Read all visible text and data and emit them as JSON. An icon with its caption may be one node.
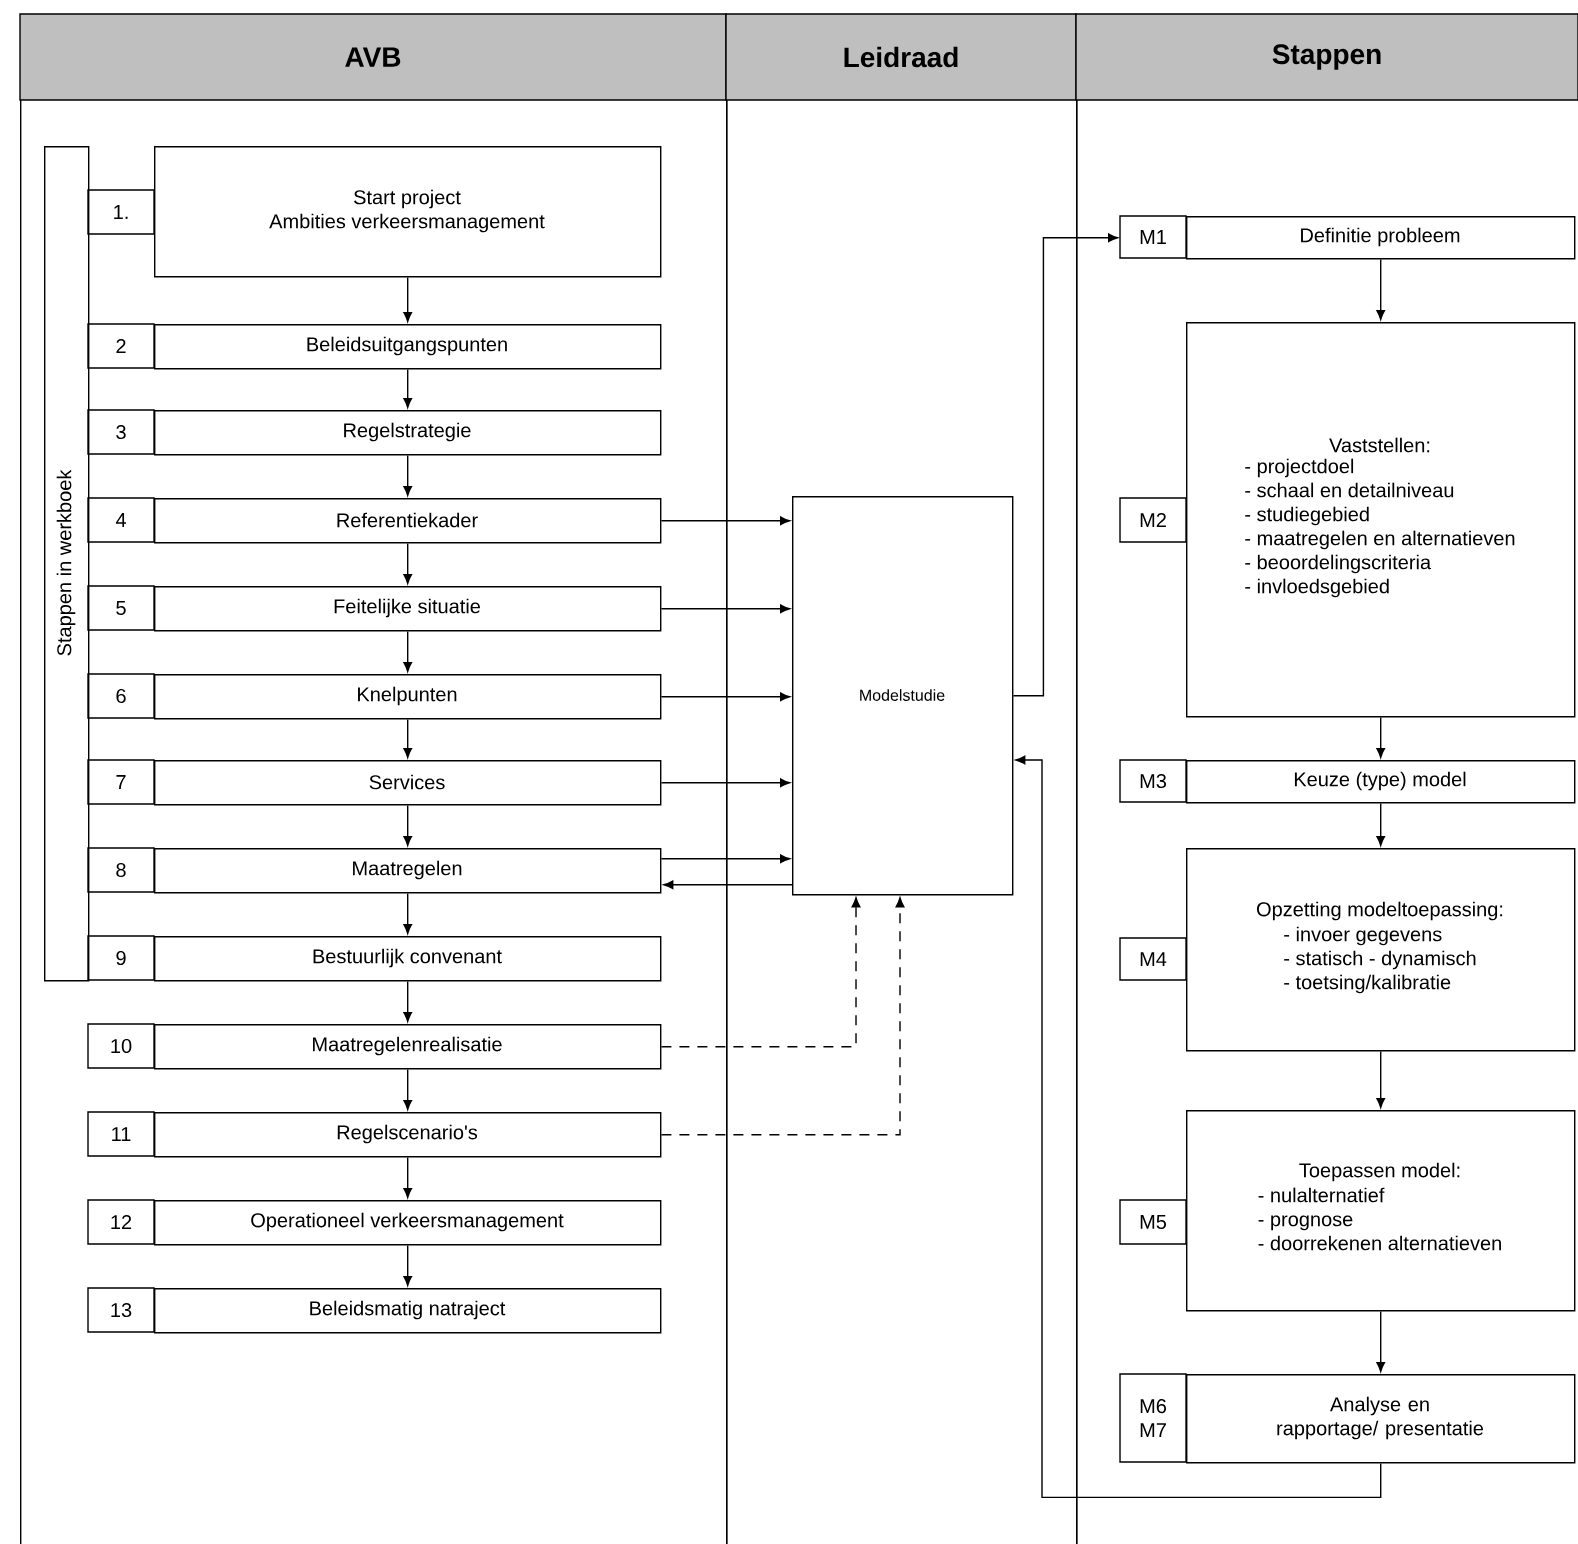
{
  "diagram": {
    "nodes": [
      {
        "text": [
          "AVB"
        ]
      },
      {
        "text": [
          "Leidraad"
        ]
      },
      {
        "text": [
          "Stappen"
        ]
      },
      {
        "text": [
          "Stappen in werkboek"
        ],
        "in": 0
      },
      {
        "text": [
          "1.",
          "Start project",
          "Ambities verkeersmanagement"
        ],
        "in": 0
      },
      {
        "text": [
          "2",
          "Beleidsuitgangspunten"
        ],
        "in": 0
      },
      {
        "text": [
          "3",
          "Regelstrategie"
        ],
        "in": 0
      },
      {
        "text": [
          "4",
          "Referentiekader"
        ],
        "in": 0
      },
      {
        "text": [
          "5",
          "Feitelijke situatie"
        ],
        "in": 0
      },
      {
        "text": [
          "6",
          "Knelpunten"
        ],
        "in": 0
      },
      {
        "text": [
          "7",
          "Services"
        ],
        "in": 0
      },
      {
        "text": [
          "8",
          "Maatregelen"
        ],
        "in": 0
      },
      {
        "text": [
          "9",
          "Bestuurlijk convenant"
        ],
        "in": 0
      },
      {
        "text": [
          "10",
          "Maatregelenrealisatie"
        ],
        "in": 0
      },
      {
        "text": [
          "11",
          "Regelscenario's"
        ],
        "in": 0
      },
      {
        "text": [
          "12",
          "Operationeel verkeersmanagement"
        ],
        "in": 0
      },
      {
        "text": [
          "13",
          "Beleidsmatig natraject"
        ],
        "in": 0
      },
      {
        "text": [
          "Modelstudie"
        ],
        "in": 1
      },
      {
        "text": [
          "M1",
          "Definitie probleem"
        ],
        "in": 2
      },
      {
        "text": [
          "M2",
          "Vaststellen:",
          "- projectdoel",
          "- schaal en detailniveau",
          "- studiegebied",
          "- maatregelen en alternatieven",
          "- beoordelingscriteria",
          "- invloedsgebied"
        ],
        "in": 2
      },
      {
        "text": [
          "M3",
          "Keuze (type) model"
        ],
        "in": 2
      },
      {
        "text": [
          "M4",
          "Opzetting modeltoepassing:",
          "- invoer gegevens",
          "- statisch - dynamisch",
          "- toetsing/kalibratie"
        ],
        "in": 2
      },
      {
        "text": [
          "M5",
          "Toepassen model:",
          "- nulalternatief",
          "- prognose",
          "- doorrekenen alternatieven"
        ],
        "in": 2
      },
      {
        "text": [
          "M6 M7",
          "Analyse en rapportage/ presentatie"
        ],
        "in": 2
      }
    ],
    "edges": [
      {
        "from": 4,
        "to": 5,
        "arrow": "to"
      },
      {
        "from": 5,
        "to": 6,
        "arrow": "to"
      },
      {
        "from": 6,
        "to": 7,
        "arrow": "to"
      },
      {
        "from": 7,
        "to": 8,
        "arrow": "to"
      },
      {
        "from": 8,
        "to": 9,
        "arrow": "to"
      },
      {
        "from": 9,
        "to": 10,
        "arrow": "to"
      },
      {
        "from": 10,
        "to": 11,
        "arrow": "to"
      },
      {
        "from": 11,
        "to": 12,
        "arrow": "to"
      },
      {
        "from": 12,
        "to": 13,
        "arrow": "to"
      },
      {
        "from": 13,
        "to": 14,
        "arrow": "to"
      },
      {
        "from": 14,
        "to": 15,
        "arrow": "to"
      },
      {
        "from": 15,
        "to": 16,
        "arrow": "to"
      },
      {
        "from": 7,
        "to": 17,
        "arrow": "to"
      },
      {
        "from": 8,
        "to": 17,
        "arrow": "to"
      },
      {
        "from": 9,
        "to": 17,
        "arrow": "to"
      },
      {
        "from": 10,
        "to": 17,
        "arrow": "to"
      },
      {
        "from": 11,
        "to": 17,
        "arrow": "to"
      },
      {
        "from": 17,
        "to": 11,
        "arrow": "to"
      },
      {
        "from": 13,
        "to": 17,
        "arrow": "to",
        "style": "dashed"
      },
      {
        "from": 14,
        "to": 17,
        "arrow": "to",
        "style": "dashed"
      },
      {
        "from": 17,
        "to": 18,
        "arrow": "to"
      },
      {
        "from": 18,
        "to": 19,
        "arrow": "to"
      },
      {
        "from": 19,
        "to": 20,
        "arrow": "to"
      },
      {
        "from": 20,
        "to": 21,
        "arrow": "to"
      },
      {
        "from": 21,
        "to": 22,
        "arrow": "to"
      },
      {
        "from": 22,
        "to": 23,
        "arrow": "to"
      },
      {
        "from": 23,
        "to": 17,
        "arrow": "to"
      }
    ]
  }
}
